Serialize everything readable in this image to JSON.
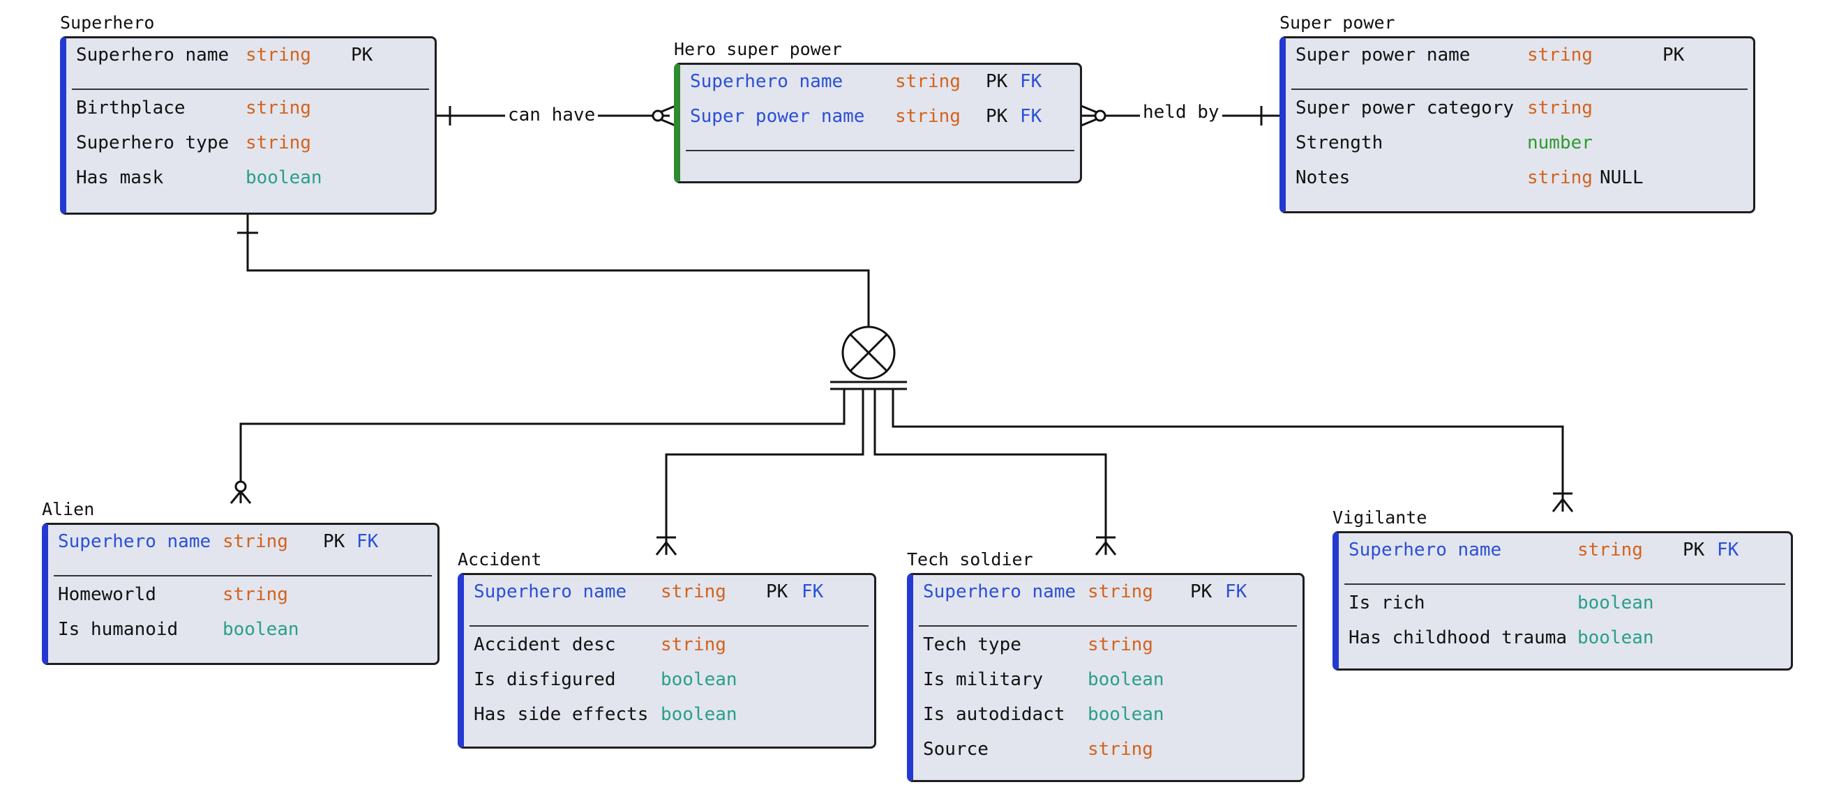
{
  "colors": {
    "string": "#d4621c",
    "boolean": "#2a9e8a",
    "number": "#2f9a2f",
    "foreign_key": "#2b4fd6",
    "entity_accent": "#2438d2",
    "association_accent": "#2e8b2e",
    "entity_fill": "#e2e5ee"
  },
  "entities": {
    "superhero": {
      "title": "Superhero",
      "pk": {
        "name": "Superhero name",
        "type": "string",
        "key": "PK"
      },
      "attributes": [
        {
          "name": "Birthplace",
          "type": "string"
        },
        {
          "name": "Superhero type",
          "type": "string"
        },
        {
          "name": "Has mask",
          "type": "boolean"
        }
      ]
    },
    "hero_super_power": {
      "title": "Hero super power",
      "keys": [
        {
          "name": "Superhero name",
          "type": "string",
          "pk": "PK",
          "fk": "FK"
        },
        {
          "name": "Super power name",
          "type": "string",
          "pk": "PK",
          "fk": "FK"
        }
      ]
    },
    "super_power": {
      "title": "Super power",
      "pk": {
        "name": "Super power name",
        "type": "string",
        "key": "PK"
      },
      "attributes": [
        {
          "name": "Super power category",
          "type": "string"
        },
        {
          "name": "Strength",
          "type": "number"
        },
        {
          "name": "Notes",
          "type": "string",
          "nullable": "NULL"
        }
      ]
    },
    "alien": {
      "title": "Alien",
      "pk": {
        "name": "Superhero name",
        "type": "string",
        "pk": "PK",
        "fk": "FK"
      },
      "attributes": [
        {
          "name": "Homeworld",
          "type": "string"
        },
        {
          "name": "Is humanoid",
          "type": "boolean"
        }
      ]
    },
    "accident": {
      "title": "Accident",
      "pk": {
        "name": "Superhero name",
        "type": "string",
        "pk": "PK",
        "fk": "FK"
      },
      "attributes": [
        {
          "name": "Accident desc",
          "type": "string"
        },
        {
          "name": "Is disfigured",
          "type": "boolean"
        },
        {
          "name": "Has side effects",
          "type": "boolean"
        }
      ]
    },
    "tech_soldier": {
      "title": "Tech soldier",
      "pk": {
        "name": "Superhero name",
        "type": "string",
        "pk": "PK",
        "fk": "FK"
      },
      "attributes": [
        {
          "name": "Tech type",
          "type": "string"
        },
        {
          "name": "Is military",
          "type": "boolean"
        },
        {
          "name": "Is autodidact",
          "type": "boolean"
        },
        {
          "name": "Source",
          "type": "string"
        }
      ]
    },
    "vigilante": {
      "title": "Vigilante",
      "pk": {
        "name": "Superhero name",
        "type": "string",
        "pk": "PK",
        "fk": "FK"
      },
      "attributes": [
        {
          "name": "Is rich",
          "type": "boolean"
        },
        {
          "name": "Has childhood trauma",
          "type": "boolean"
        }
      ]
    }
  },
  "relationships": {
    "can_have": "can have",
    "held_by": "held by"
  },
  "icons": {
    "subtype": "exclusive-subtype-icon",
    "one": "one-cardinality-icon",
    "many": "many-cardinality-icon"
  }
}
